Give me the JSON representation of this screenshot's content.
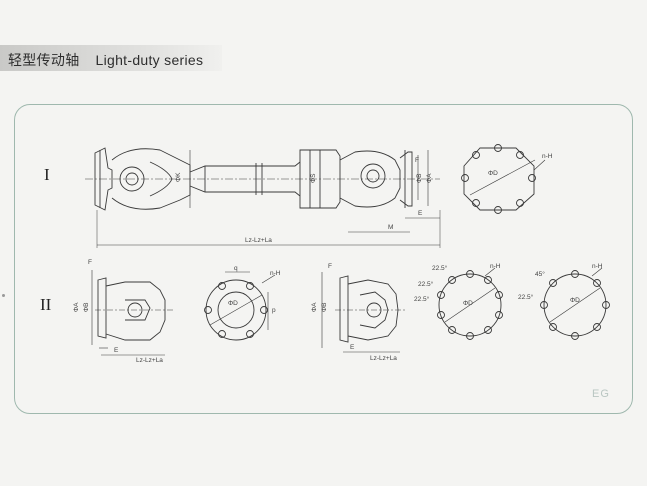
{
  "header": {
    "title_cn": "轻型传动轴",
    "title_en": "Light-duty series"
  },
  "rows": {
    "row1": "I",
    "row2": "II"
  },
  "labels": {
    "phi_k": "ΦK",
    "phi_s": "ΦS",
    "phi_b": "ΦB",
    "phi_a": "ΦA",
    "phi_d": "ΦD",
    "f": "F",
    "e": "E",
    "m": "M",
    "p": "p",
    "q": "q",
    "n_h": "n-H",
    "lz_total": "Lz-Lz+La",
    "angle_22": "22.5°",
    "angle_45": "45°"
  },
  "watermark": "EG"
}
